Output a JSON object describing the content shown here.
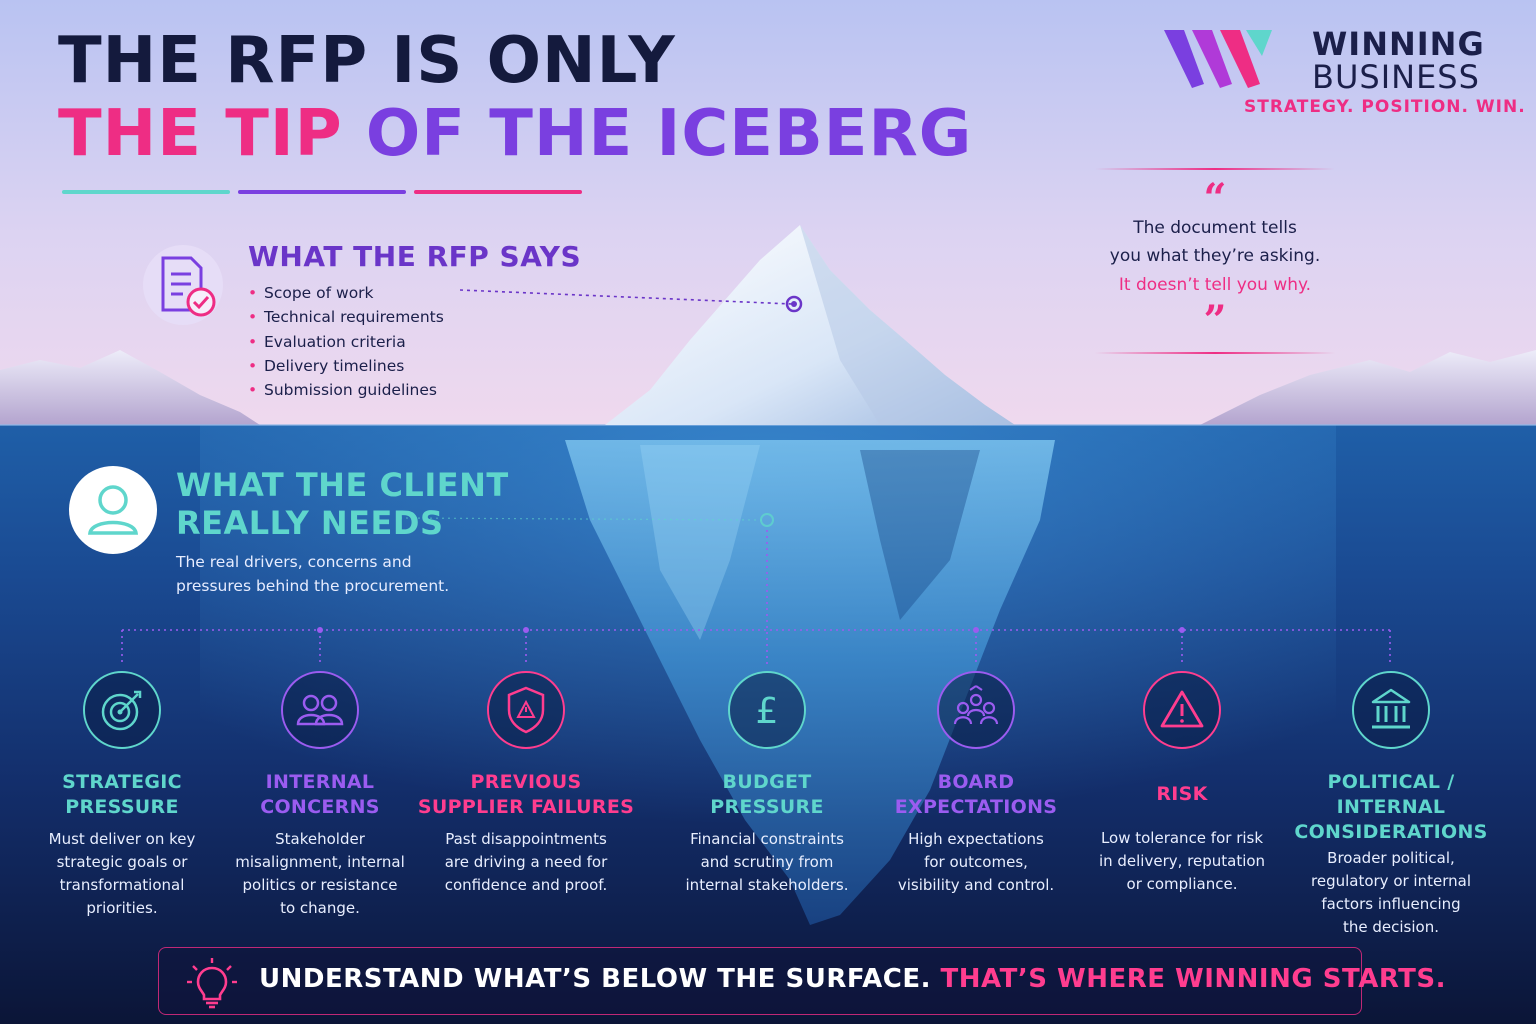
{
  "title": {
    "line1": "THE RFP IS ONLY",
    "line2_part1": "THE TIP",
    "line2_part2": "OF THE ICEBERG"
  },
  "logo": {
    "word1": "WINNING",
    "word2": "BUSINESS",
    "tagline": "STRATEGY. POSITION. WIN."
  },
  "quote": {
    "open_mark": "“",
    "line1": "The document tells",
    "line2": "you what they’re asking.",
    "line3": "It doesn’t tell you why.",
    "close_mark": "”"
  },
  "rfp": {
    "heading": "WHAT THE RFP SAYS",
    "items": [
      "Scope of work",
      "Technical requirements",
      "Evaluation criteria",
      "Delivery timelines",
      "Submission guidelines"
    ],
    "icon": "document-check-icon"
  },
  "client": {
    "heading_line1": "WHAT THE CLIENT",
    "heading_line2": "REALLY NEEDS",
    "description_line1": "The real drivers, concerns and",
    "description_line2": "pressures behind the procurement.",
    "icon": "person-icon"
  },
  "drivers": [
    {
      "title_line1": "STRATEGIC",
      "title_line2": "PRESSURE",
      "title_line3": "",
      "desc": [
        "Must deliver on key",
        "strategic goals or",
        "transformational",
        "priorities."
      ],
      "color": "#5fd6cc",
      "icon": "target-icon"
    },
    {
      "title_line1": "INTERNAL",
      "title_line2": "CONCERNS",
      "title_line3": "",
      "desc": [
        "Stakeholder",
        "misalignment, internal",
        "politics or resistance",
        "to change."
      ],
      "color": "#9b5cf0",
      "icon": "people-icon"
    },
    {
      "title_line1": "PREVIOUS",
      "title_line2": "SUPPLIER FAILURES",
      "title_line3": "",
      "desc": [
        "Past disappointments",
        "are driving a need for",
        "confidence and proof."
      ],
      "color": "#ff3d8f",
      "icon": "shield-alert-icon"
    },
    {
      "title_line1": "BUDGET",
      "title_line2": "PRESSURE",
      "title_line3": "",
      "desc": [
        "Financial constraints",
        "and scrutiny from",
        "internal stakeholders."
      ],
      "color": "#5fd6cc",
      "icon": "pound-icon"
    },
    {
      "title_line1": "BOARD",
      "title_line2": "EXPECTATIONS",
      "title_line3": "",
      "desc": [
        "High expectations",
        "for outcomes,",
        "visibility and control."
      ],
      "color": "#9b5cf0",
      "icon": "board-icon"
    },
    {
      "title_line1": "RISK",
      "title_line2": "",
      "title_line3": "",
      "desc": [
        "Low tolerance for risk",
        "in delivery, reputation",
        "or compliance."
      ],
      "color": "#ff3d8f",
      "icon": "warning-icon"
    },
    {
      "title_line1": "POLITICAL /",
      "title_line2": "INTERNAL",
      "title_line3": "CONSIDERATIONS",
      "desc": [
        "Broader political,",
        "regulatory or internal",
        "factors influencing",
        "the decision."
      ],
      "color": "#5fd6cc",
      "icon": "government-building-icon"
    }
  ],
  "banner": {
    "white_text": "UNDERSTAND WHAT’S BELOW THE SURFACE.",
    "pink_text": "THAT’S WHERE WINNING STARTS.",
    "icon": "lightbulb-icon"
  },
  "colors": {
    "navy": "#141a3d",
    "pink": "#ee2d84",
    "purple": "#7a3fe0",
    "teal": "#5fd6cc"
  }
}
